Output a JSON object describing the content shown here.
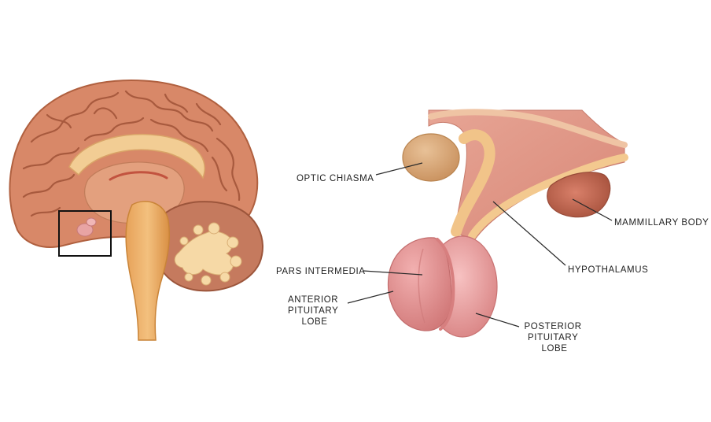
{
  "labels": {
    "optic_chiasma": "OPTIC CHIASMA",
    "mammillary_body": "MAMMILLARY BODY",
    "hypothalamus": "HYPOTHALAMUS",
    "pars_intermedia": "PARS INTERMEDIA",
    "anterior_lobe": [
      "ANTERIOR",
      "PITUITARY",
      "LOBE"
    ],
    "posterior_lobe": [
      "POSTERIOR",
      "PITUITARY",
      "LOBE"
    ]
  },
  "colors": {
    "cortex": "#d88868",
    "cortex_dark": "#b8694b",
    "white_matter": "#f0c890",
    "brainstem": "#e9a964",
    "tissue": "#dd8f7f",
    "gland": "#e59a9a",
    "gland_light": "#f4b8b8",
    "chiasma": "#d9a877"
  }
}
